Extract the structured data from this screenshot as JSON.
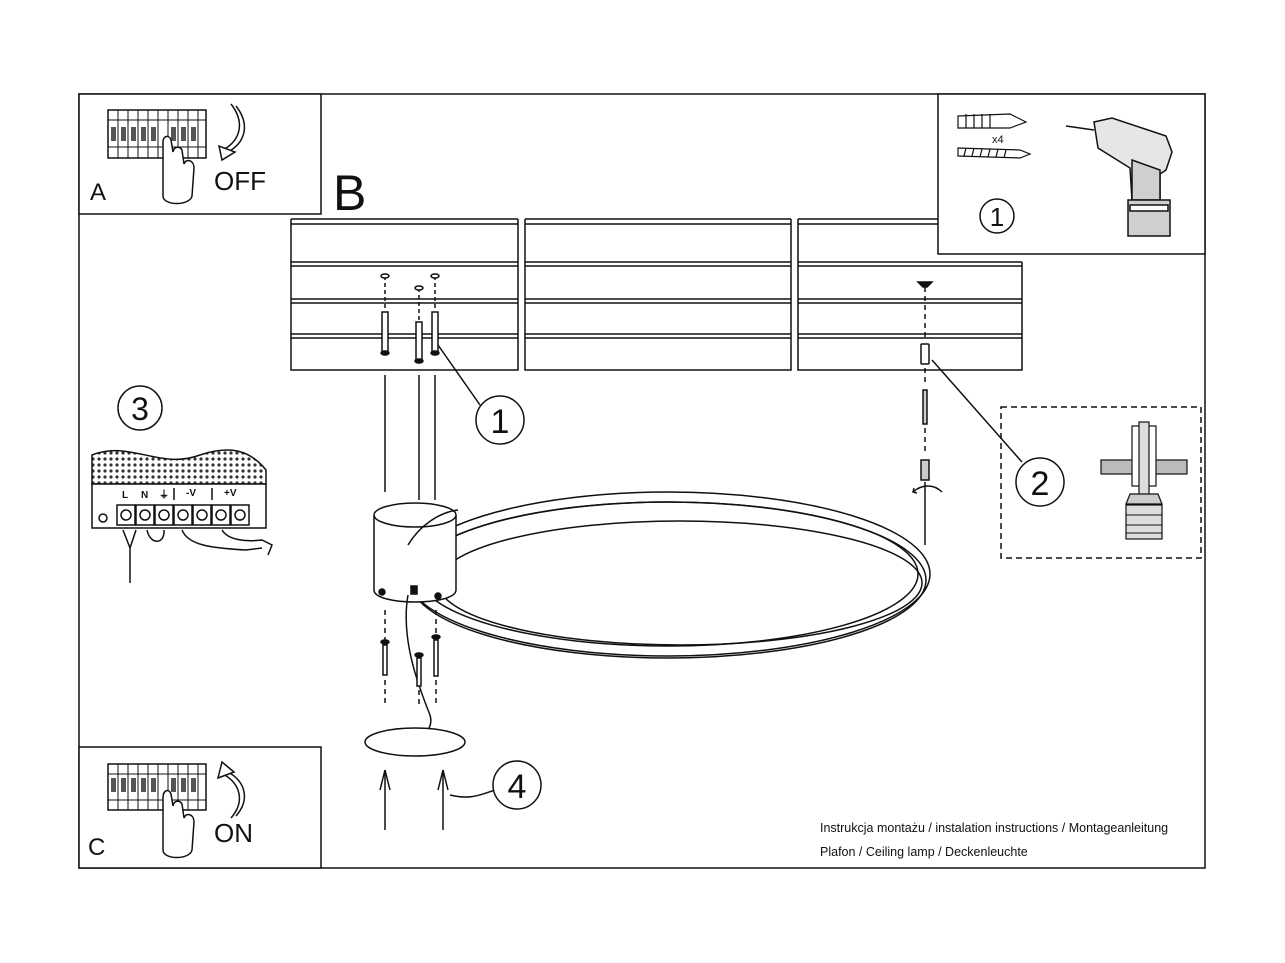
{
  "panels": {
    "a": {
      "letter": "A",
      "state": "OFF",
      "icon": "breaker-switch-off-icon"
    },
    "b": {
      "letter": "B"
    },
    "c": {
      "letter": "C",
      "state": "ON",
      "icon": "breaker-switch-on-icon"
    },
    "tools": {
      "step": "1",
      "quantity": "x4",
      "icons": [
        "wall-plug-icon",
        "screw-icon",
        "drill-icon"
      ]
    },
    "anchor_detail": {
      "step": "2"
    }
  },
  "steps": {
    "mount": "1",
    "anchor": "2",
    "wiring": "3",
    "attach": "4"
  },
  "terminal_block": {
    "labels": [
      "L",
      "N",
      "⏚",
      "-V",
      "+V"
    ]
  },
  "footer": {
    "line1": "Instrukcja montażu / instalation instructions / Montageanleitung",
    "line2": "Plafon / Ceiling lamp / Deckenleuchte"
  },
  "colors": {
    "line": "#111111",
    "background": "#ffffff",
    "fill_gray": "#cfcfcf"
  }
}
